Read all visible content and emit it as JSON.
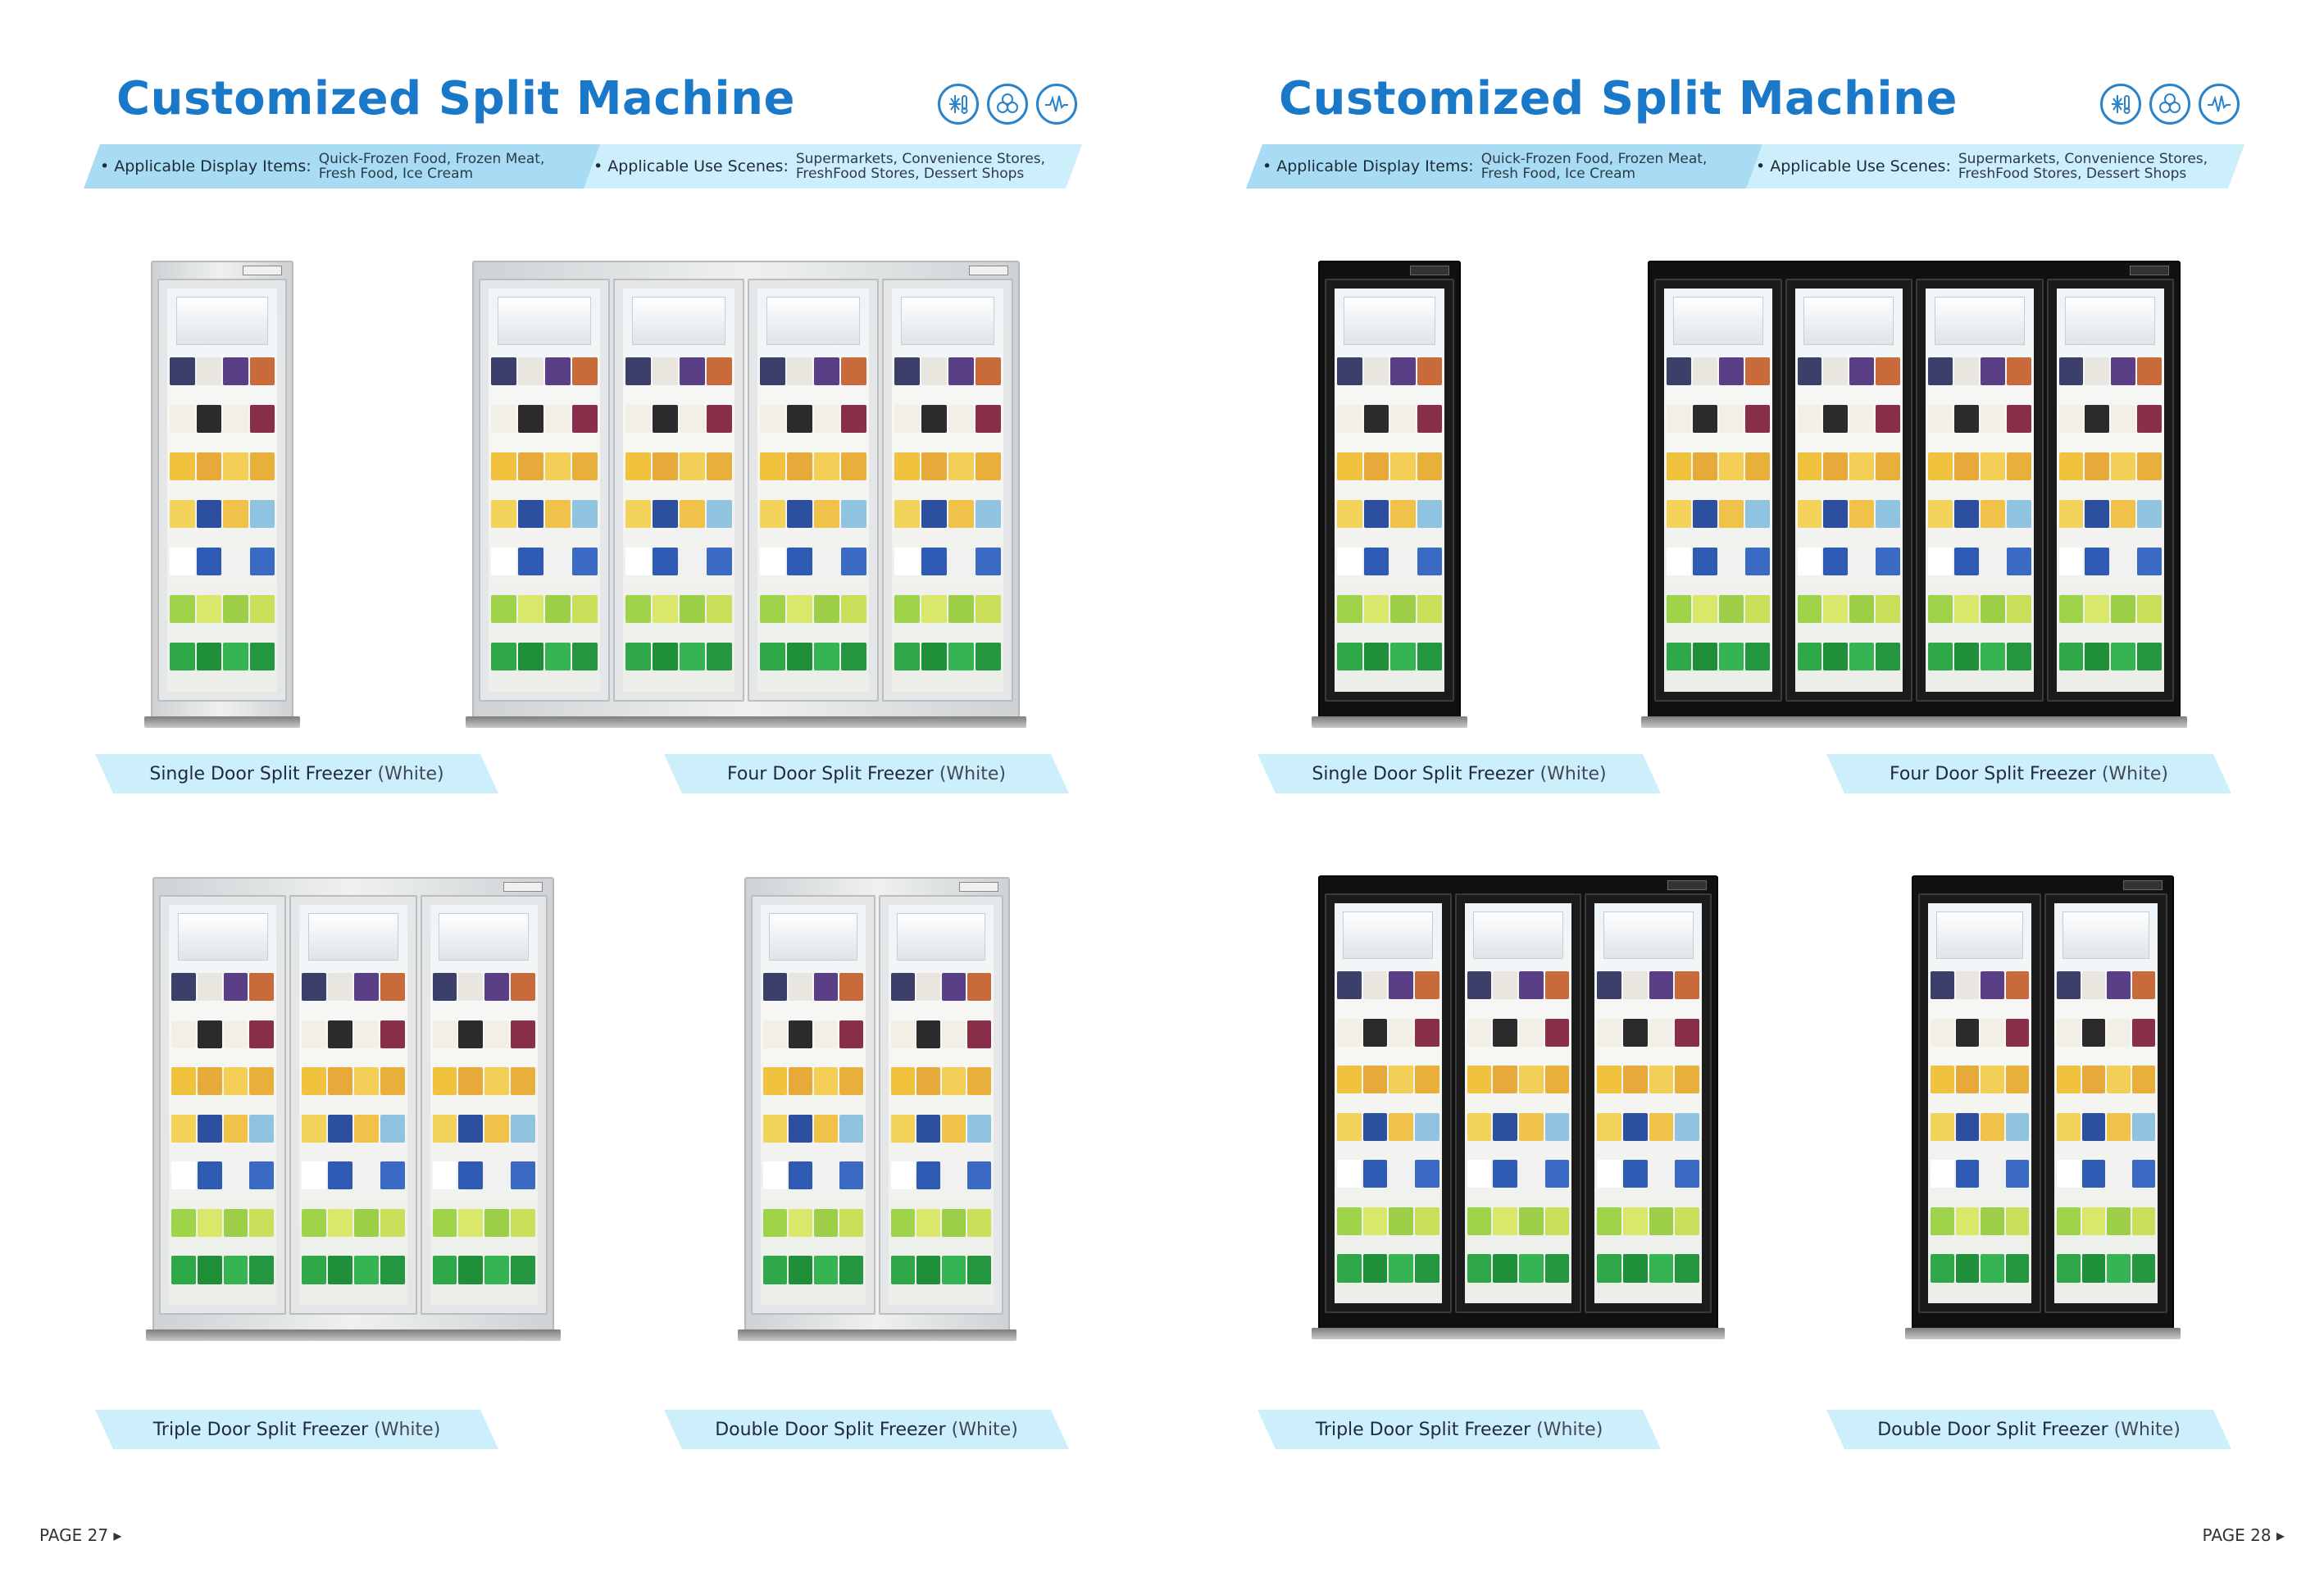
{
  "pages": [
    {
      "title": "Customized Split Machine",
      "display_label": "Applicable Display Items:",
      "display_value_1": "Quick-Frozen Food, Frozen Meat,",
      "display_value_2": "Fresh Food, Ice Cream",
      "scene_label": "Applicable Use Scenes:",
      "scene_value_1": "Supermarkets, Convenience Stores,",
      "scene_value_2": "FreshFood Stores, Dessert Shops",
      "products": [
        {
          "name": "Single Door Split Freezer",
          "color": "(White)"
        },
        {
          "name": "Four Door Split Freezer",
          "color": "(White)"
        },
        {
          "name": "Triple Door Split Freezer",
          "color": "(White)"
        },
        {
          "name": "Double Door Split Freezer",
          "color": "(White)"
        }
      ],
      "page_number": "PAGE 27 ▸"
    },
    {
      "title": "Customized Split Machine",
      "display_label": "Applicable Display Items:",
      "display_value_1": "Quick-Frozen Food, Frozen Meat,",
      "display_value_2": "Fresh Food, Ice Cream",
      "scene_label": "Applicable Use Scenes:",
      "scene_value_1": "Supermarkets, Convenience Stores,",
      "scene_value_2": "FreshFood Stores, Dessert Shops",
      "products": [
        {
          "name": "Single Door Split Freezer",
          "color": "(White)"
        },
        {
          "name": "Four Door Split Freezer",
          "color": "(White)"
        },
        {
          "name": "Triple Door Split Freezer",
          "color": "(White)"
        },
        {
          "name": "Double Door Split Freezer",
          "color": "(White)"
        }
      ],
      "page_number": "PAGE 28 ▸"
    }
  ],
  "icons": [
    "snowflake-thermometer-icon",
    "fan-icon",
    "pulse-wave-icon"
  ],
  "colors": {
    "title": "#1a78c8",
    "bar_dark": "#a7dcf4",
    "bar_light": "#cdeefb"
  },
  "finishes": [
    "white",
    "black"
  ]
}
